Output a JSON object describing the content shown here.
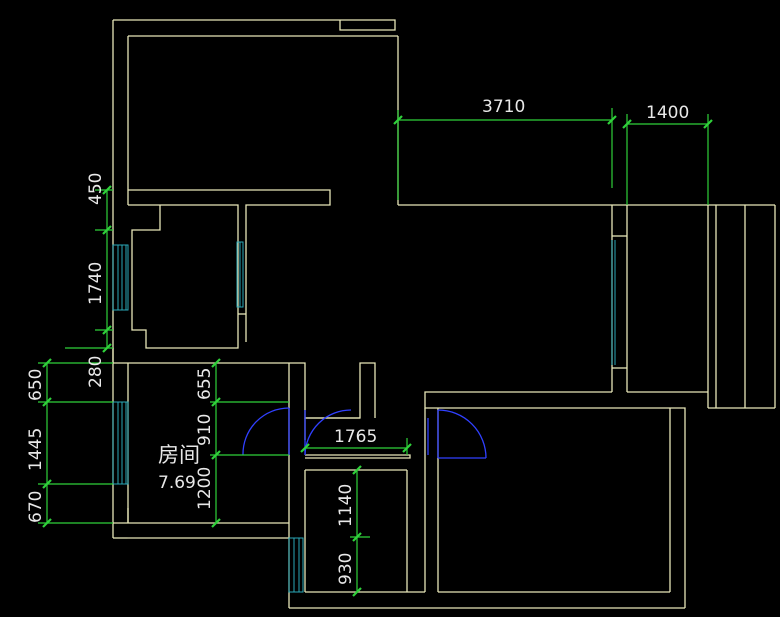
{
  "room": {
    "name": "房间",
    "area": "7.69"
  },
  "dimensions": {
    "top_width": "3710",
    "top_right_width": "1400",
    "left_upper_a": "450",
    "left_upper_b": "1740",
    "left_gap": "280",
    "left_lower_a": "650",
    "left_lower_b": "1445",
    "left_lower_c": "670",
    "inner_a": "655",
    "inner_b": "910",
    "inner_c": "1200",
    "corridor_width": "1765",
    "bath_a": "930",
    "bath_b": "1140"
  },
  "colors": {
    "wall": "#e8e6b8",
    "dimension": "#2fd13a",
    "window": "#2aa9b8",
    "door": "#3040ff",
    "background": "#000000"
  }
}
